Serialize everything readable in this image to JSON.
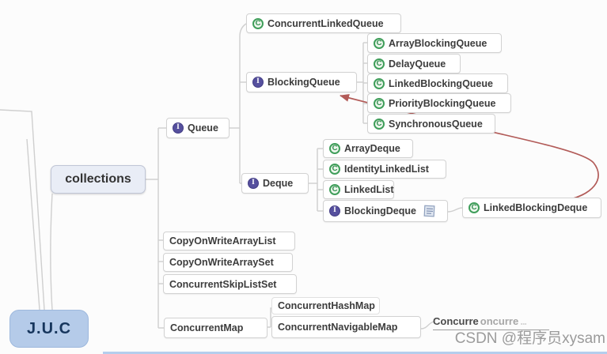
{
  "root": {
    "label": "J.U.C"
  },
  "branch": {
    "label": "collections"
  },
  "icons": {
    "class": {
      "letter": "C"
    },
    "interface": {
      "letter": "I"
    }
  },
  "nodes": {
    "queue": {
      "label": "Queue",
      "kind": "interface"
    },
    "concurrent_linked_queue": {
      "label": "ConcurrentLinkedQueue",
      "kind": "class"
    },
    "blocking_queue": {
      "label": "BlockingQueue",
      "kind": "interface"
    },
    "array_blocking_queue": {
      "label": "ArrayBlockingQueue",
      "kind": "class"
    },
    "delay_queue": {
      "label": "DelayQueue",
      "kind": "class"
    },
    "linked_blocking_queue": {
      "label": "LinkedBlockingQueue",
      "kind": "class"
    },
    "priority_blocking_queue": {
      "label": "PriorityBlockingQueue",
      "kind": "class"
    },
    "synchronous_queue": {
      "label": "SynchronousQueue",
      "kind": "class"
    },
    "deque": {
      "label": "Deque",
      "kind": "interface"
    },
    "array_deque": {
      "label": "ArrayDeque",
      "kind": "class"
    },
    "identity_linked_list": {
      "label": "IdentityLinkedList",
      "kind": "class"
    },
    "linked_list": {
      "label": "LinkedList",
      "kind": "class"
    },
    "blocking_deque": {
      "label": "BlockingDeque",
      "kind": "interface"
    },
    "linked_blocking_deque": {
      "label": "LinkedBlockingDeque",
      "kind": "class"
    },
    "copy_on_write_array_list": {
      "label": "CopyOnWriteArrayList",
      "kind": "plain"
    },
    "copy_on_write_array_set": {
      "label": "CopyOnWriteArraySet",
      "kind": "plain"
    },
    "concurrent_skip_list_set": {
      "label": "ConcurrentSkipListSet",
      "kind": "plain"
    },
    "concurrent_map": {
      "label": "ConcurrentMap",
      "kind": "plain"
    },
    "concurrent_hash_map": {
      "label": "ConcurrentHashMap",
      "kind": "plain"
    },
    "concurrent_navigable_map": {
      "label": "ConcurrentNavigableMap",
      "kind": "plain"
    },
    "truncated_node": {
      "part1": "Concurre",
      "part2": "oncurre",
      "part3": "..."
    }
  },
  "watermark": {
    "text": "CSDN @程序员xysam"
  },
  "colors": {
    "node_border": "#d2d2d2",
    "node_text": "#3c3c3c",
    "class_icon_green": "#3f9e5a",
    "interface_icon_purple": "#56509e",
    "connector_gray": "#cfcfcf",
    "arrow_red": "#b25b58",
    "root_bg": "#b5cbe9",
    "root_text": "#17365d",
    "branch_bg": "#e9edf6",
    "watermark_gray": "#9b9b9b"
  }
}
